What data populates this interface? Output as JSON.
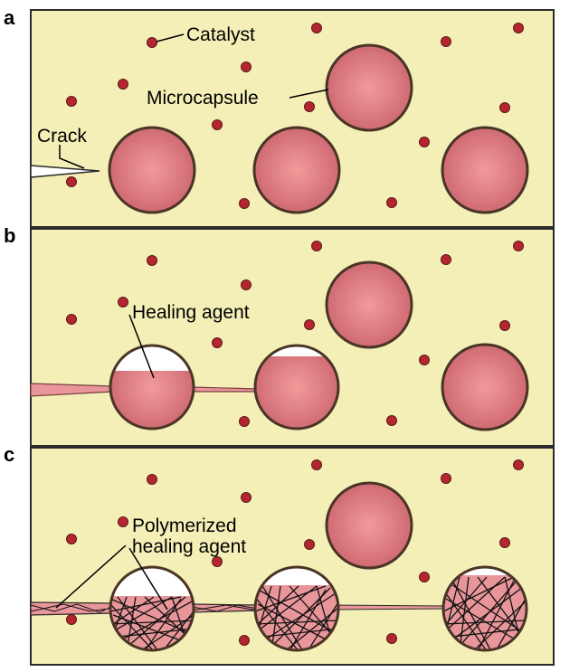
{
  "colors": {
    "matrix": "#f3efb6",
    "border": "#2b2b2b",
    "capsule_center": "#f29b9b",
    "capsule_edge": "#cf6a72",
    "capsule_outline": "#4a3426",
    "catalyst": "#b5252f",
    "healing_agent": "#e9969a",
    "empty_capsule": "#ffffff",
    "polymer_fiber": "#111111"
  },
  "panels": [
    {
      "letter": "a",
      "stage": "crack-approaching",
      "labels": {
        "catalyst": "Catalyst",
        "microcapsule": "Microcapsule",
        "crack": "Crack"
      }
    },
    {
      "letter": "b",
      "stage": "capsules-ruptured",
      "labels": {
        "healing_agent": "Healing agent"
      }
    },
    {
      "letter": "c",
      "stage": "crack-healed",
      "labels": {
        "polymerized_line1": "Polymerized",
        "polymerized_line2": "healing agent"
      }
    }
  ]
}
